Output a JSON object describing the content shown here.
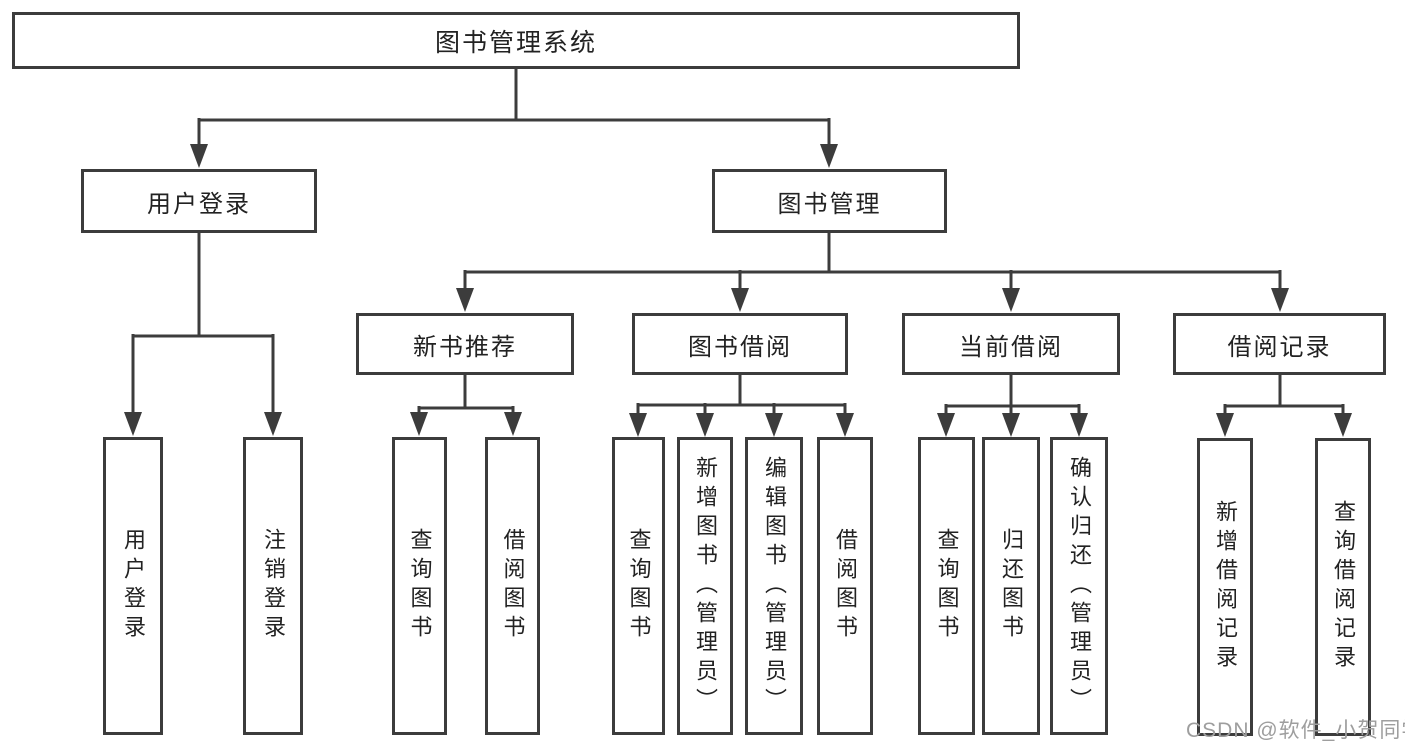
{
  "colors": {
    "line": "#3c3c3c",
    "text": "#222222",
    "watermark": "#9e9e9e",
    "background": "#ffffff"
  },
  "watermark": "CSDN @软件_小贺同学",
  "tree": {
    "root": "图书管理系统",
    "children": [
      {
        "label": "用户登录",
        "children": [
          {
            "label": "用户登录"
          },
          {
            "label": "注销登录"
          }
        ]
      },
      {
        "label": "图书管理",
        "children": [
          {
            "label": "新书推荐",
            "children": [
              {
                "label": "查询图书"
              },
              {
                "label": "借阅图书"
              }
            ]
          },
          {
            "label": "图书借阅",
            "children": [
              {
                "label": "查询图书"
              },
              {
                "label": "新增图书（管理员）"
              },
              {
                "label": "编辑图书（管理员）"
              },
              {
                "label": "借阅图书"
              }
            ]
          },
          {
            "label": "当前借阅",
            "children": [
              {
                "label": "查询图书"
              },
              {
                "label": "归还图书"
              },
              {
                "label": "确认归还（管理员）"
              }
            ]
          },
          {
            "label": "借阅记录",
            "children": [
              {
                "label": "新增借阅记录"
              },
              {
                "label": "查询借阅记录"
              }
            ]
          }
        ]
      }
    ]
  }
}
